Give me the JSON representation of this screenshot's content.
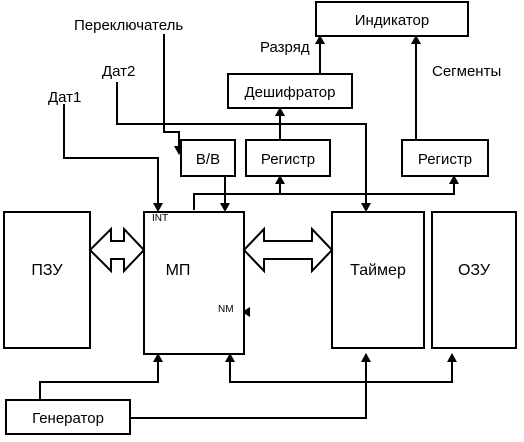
{
  "blocks": {
    "indicator": "Индикатор",
    "decoder": "Дешифратор",
    "io": "В/В",
    "register_left": "Регистр",
    "register_right": "Регистр",
    "rom": "ПЗУ",
    "cpu": "МП",
    "timer": "Таймер",
    "ram": "ОЗУ",
    "generator": "Генератор"
  },
  "labels": {
    "switch": "Переключатель",
    "sensor1": "Дат1",
    "sensor2": "Дат2",
    "digit": "Разряд",
    "segments": "Сегменты",
    "int_pin": "INT",
    "nm_pin": "NM"
  }
}
